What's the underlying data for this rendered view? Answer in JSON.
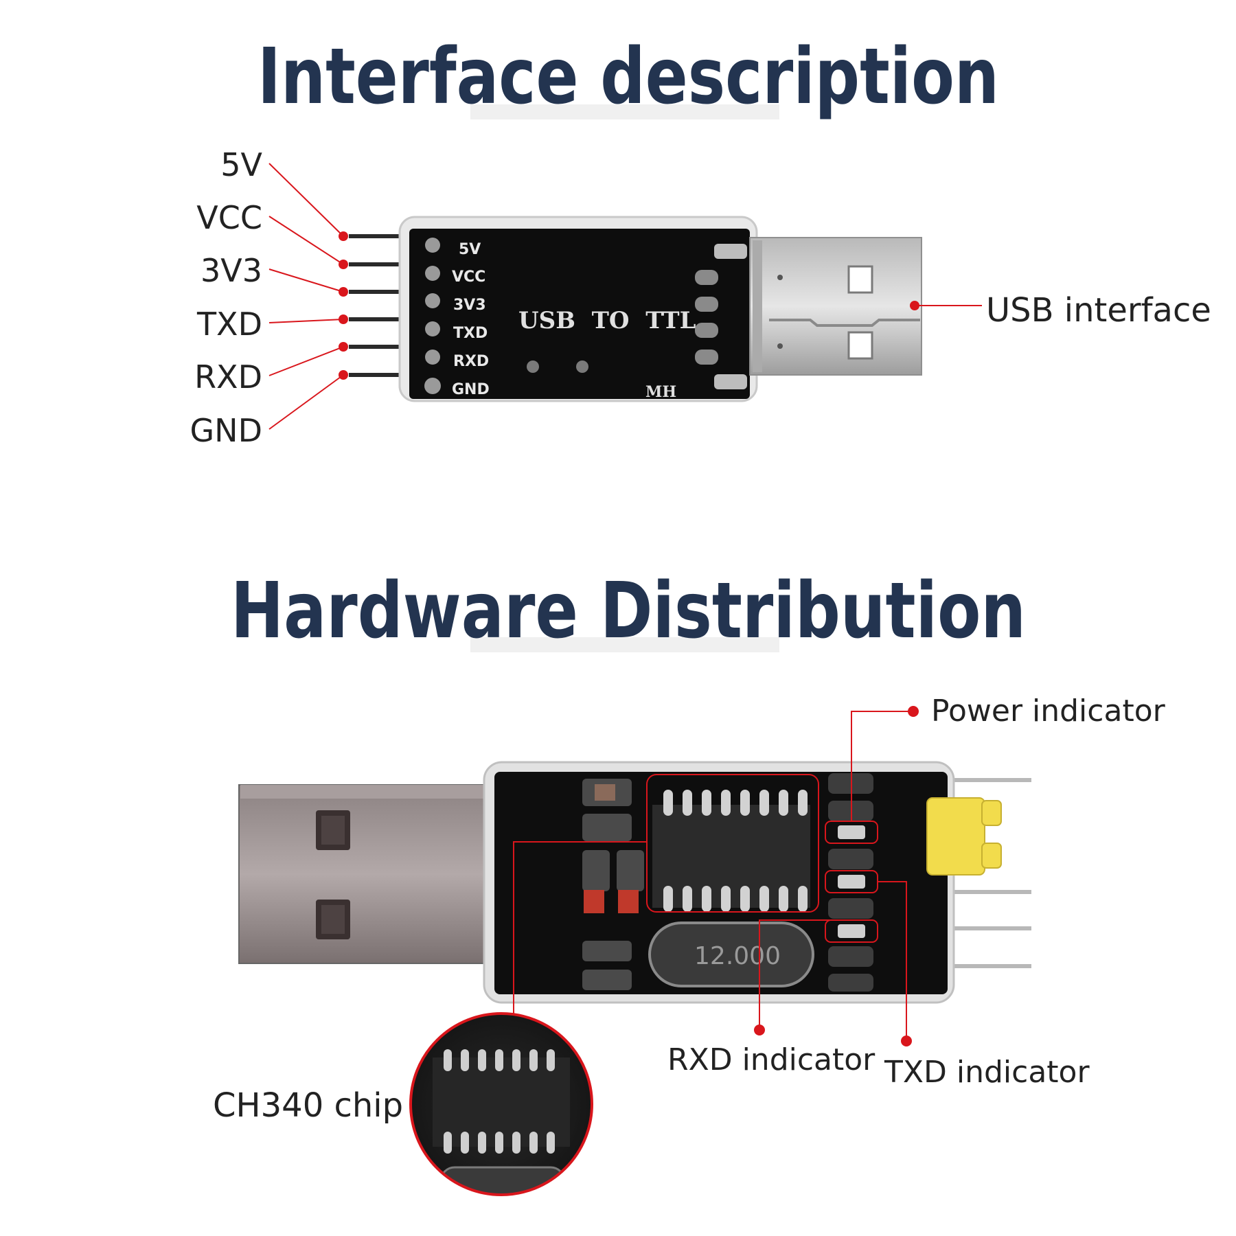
{
  "titles": {
    "interface": "Interface description",
    "hardware": "Hardware Distribution"
  },
  "pin_labels": [
    "5V",
    "VCC",
    "3V3",
    "TXD",
    "RXD",
    "GND"
  ],
  "board_silkscreen": {
    "pins": [
      "5V",
      "VCC",
      "3V3",
      "TXD",
      "RXD",
      "GND"
    ],
    "center_text": "USB  TO  TTL",
    "maker_mark": "MH",
    "crystal_marking": "12.000"
  },
  "callouts": {
    "usb_interface": "USB interface",
    "power_indicator": "Power indicator",
    "rxd_indicator": "RXD indicator",
    "txd_indicator": "TXD indicator",
    "ch340_chip": "CH340 chip"
  },
  "colors": {
    "title": "#233450",
    "callout_line": "#d9161c",
    "board": "#0d0d0d",
    "jumper": "#f2dc4c"
  }
}
